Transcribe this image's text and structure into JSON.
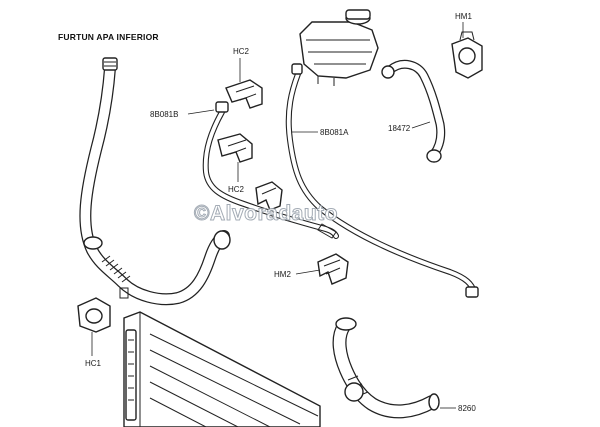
{
  "title": "FURTUN APA INFERIOR",
  "watermark": "©Alvoradauto",
  "labels": {
    "hm1": "HM1",
    "hc2_top": "HC2",
    "part_8b081b": "8B081B",
    "part_8b081a": "8B081A",
    "part_18472": "18472",
    "hc2_mid": "HC2",
    "hm2": "HM2",
    "hc1": "HC1",
    "part_8260": "8260"
  }
}
